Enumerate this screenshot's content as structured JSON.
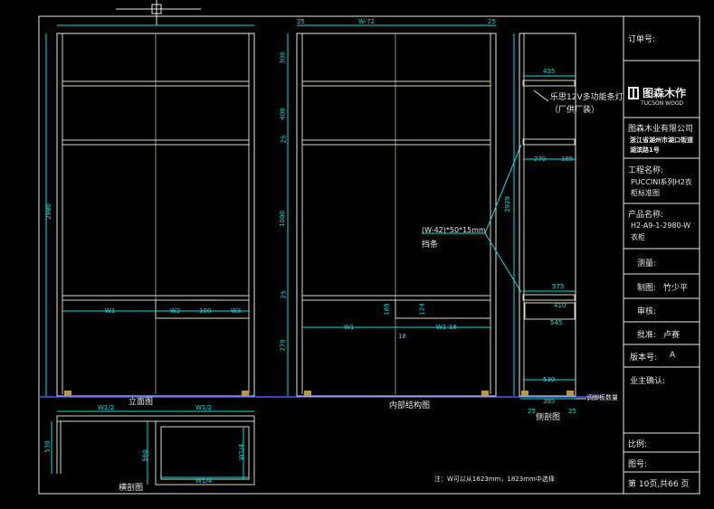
{
  "drawing": {
    "views": {
      "elevation": "立面图",
      "internal": "内部结构图",
      "side": "侧剖图",
      "section": "横剖图"
    },
    "callouts": {
      "lamp_1": "乐思12V多功能条灯",
      "lamp_2": "（厂供厂装）",
      "strip_1": "(W-42)*50*15mm",
      "strip_2": "挡条",
      "adjust_foot": "调脚板数量"
    },
    "note": "注：W可以从1623mm，1823mm中选择",
    "dims": {
      "top_w": "W-72",
      "side_25a": "25",
      "side_25b": "25",
      "h_total": "2980",
      "h_inner": "2929",
      "h_300": "300",
      "h_400": "400",
      "h_1000": "1000",
      "h_270": "270",
      "h_25a": "25",
      "h_25b": "25",
      "side_w": "435",
      "side_270": "270",
      "side_185": "185",
      "side_575": "575",
      "side_530": "530",
      "side_410": "410",
      "side_545": "545",
      "side_395": "395",
      "side_25c": "25",
      "side_25d": "25",
      "elev_w1": "W1",
      "elev_w2": "W2",
      "elev_100": "100",
      "elev_w3": "W3",
      "int_w1": "W1",
      "int_m": "W1-18",
      "int_18": "18",
      "int_185": "185",
      "int_124": "124",
      "sec_w1": "W1/2",
      "sec_w2": "W1/2",
      "sec_530": "530",
      "sec_560": "560",
      "sec_bottom": "W1/4",
      "sec_width": "W1/4"
    }
  },
  "title_block": {
    "order_label": "订单号:",
    "brand_cn": "图森木作",
    "brand_en": "TUCSON WOOD",
    "company": "图森木业有限公司",
    "address_1": "浙江省湖州市湖口街道",
    "address_2": "湖滨路1号",
    "project_label": "工程名称:",
    "project_1": "PUCCINI系列H2衣",
    "project_2": "柜标准图",
    "product_label": "产品名称:",
    "product_1": "H2-A9-1-2980-W",
    "product_2": "衣柜",
    "survey_label": "测量:",
    "drawn_label": "制图:",
    "drawn_value": "竹少平",
    "review_label": "审核:",
    "approve_label": "批准:",
    "approve_value": "卢赛",
    "version_label": "版本号:",
    "version_value": "A",
    "owner_label": "业主确认:",
    "scale_label": "比例:",
    "drawing_no_label": "图号:",
    "page_label": "第 10页,共66 页"
  },
  "colors": {
    "background": "#000000",
    "frame": "#e8e8e8",
    "dimension": "#00e5e5",
    "outline": "#d9d9b0",
    "foot": "#b89a3a",
    "floor": "#3a5cff"
  }
}
